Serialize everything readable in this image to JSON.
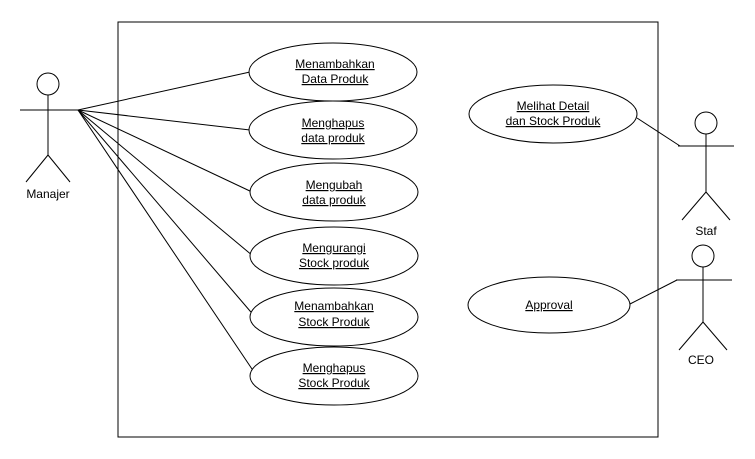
{
  "actors": {
    "manajer": {
      "label": "Manajer"
    },
    "staf": {
      "label": "Staf"
    },
    "ceo": {
      "label": "CEO"
    }
  },
  "use_cases": [
    {
      "id": "tambah-data",
      "line1": "Menambahkan ",
      "line2": "Data Produk"
    },
    {
      "id": "hapus-data",
      "line1": "Menghapus",
      "line2": "data produk"
    },
    {
      "id": "ubah-data",
      "line1": "Mengubah",
      "line2": "data produk"
    },
    {
      "id": "kurangi-stock",
      "line1": "Mengurangi ",
      "line2": "Stock produk"
    },
    {
      "id": "tambah-stock",
      "line1": "Menambahkan ",
      "line2": "Stock Produk"
    },
    {
      "id": "hapus-stock",
      "line1": "Menghapus ",
      "line2": "Stock Produk"
    },
    {
      "id": "detail-stock",
      "line1": "Melihat Detail",
      "line2": "dan Stock Produk"
    },
    {
      "id": "approval",
      "line1": "Approval",
      "line2": ""
    }
  ]
}
